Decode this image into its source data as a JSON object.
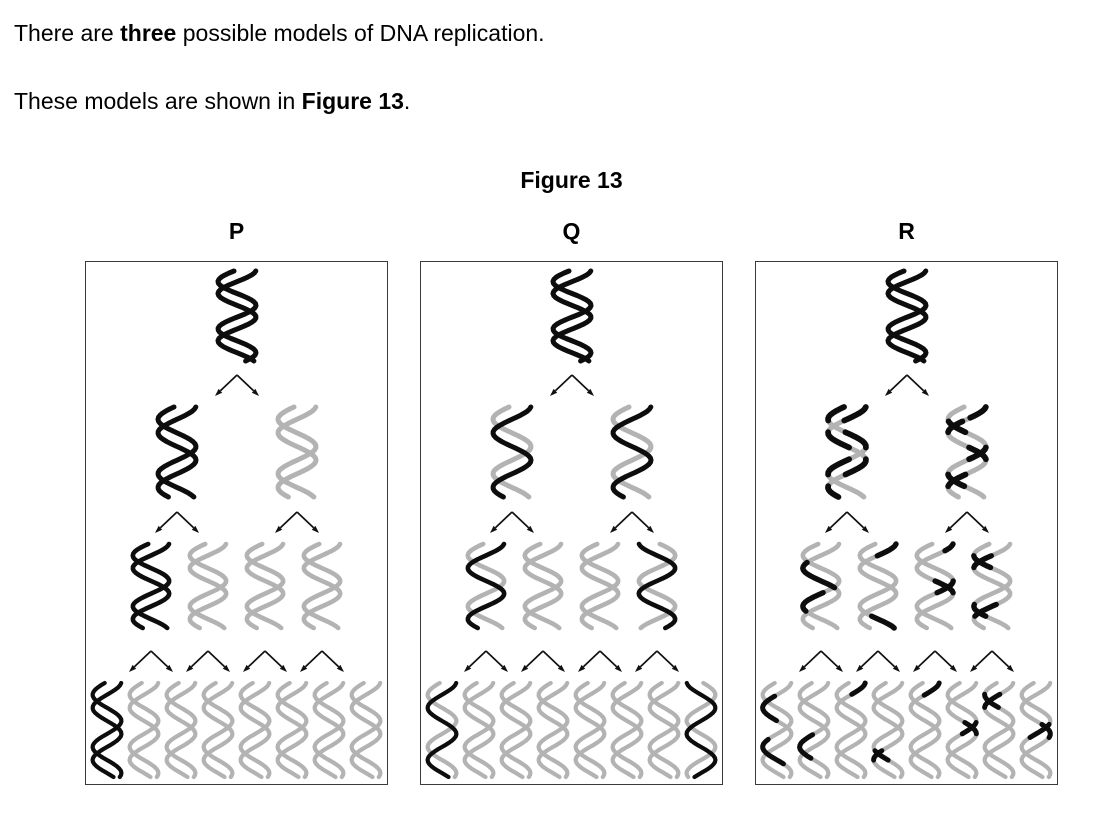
{
  "question": {
    "line1": {
      "pre": "There are ",
      "bold": "three",
      "post": " possible models of DNA replication."
    },
    "line2": {
      "pre": "These models are shown in ",
      "bold": "Figure 13",
      "post": "."
    }
  },
  "figure": {
    "title": "Figure 13",
    "panels": [
      {
        "label": "P",
        "generations": [
          [
            "k"
          ],
          [
            "k",
            "g"
          ],
          [
            "k",
            "g",
            "g",
            "g"
          ],
          [
            "k",
            "g",
            "g",
            "g",
            "g",
            "g",
            "g",
            "g"
          ]
        ]
      },
      {
        "label": "Q",
        "generations": [
          [
            "k"
          ],
          [
            "h",
            "h"
          ],
          [
            "h",
            "g",
            "g",
            "hf"
          ],
          [
            "h",
            "g",
            "g",
            "g",
            "g",
            "g",
            "g",
            "hf"
          ]
        ]
      },
      {
        "label": "R",
        "generations": [
          [
            "k"
          ],
          [
            {
              "a": [
                [
                  "k",
                  0,
                  0.15
                ],
                [
                  "g",
                  0.15,
                  0.28
                ],
                [
                  "k",
                  0.28,
                  0.45
                ],
                [
                  "g",
                  0.45,
                  0.58
                ],
                [
                  "k",
                  0.58,
                  0.75
                ],
                [
                  "g",
                  0.75,
                  0.88
                ],
                [
                  "k",
                  0.88,
                  1
                ]
              ],
              "b": [
                [
                  "k",
                  0,
                  0.15
                ],
                [
                  "g",
                  0.15,
                  0.28
                ],
                [
                  "k",
                  0.28,
                  0.45
                ],
                [
                  "g",
                  0.45,
                  0.58
                ],
                [
                  "k",
                  0.58,
                  0.75
                ],
                [
                  "g",
                  0.75,
                  1
                ]
              ]
            },
            {
              "a": [
                [
                  "k",
                  0,
                  0.12
                ],
                [
                  "g",
                  0.12,
                  0.16
                ],
                [
                  "k",
                  0.16,
                  0.28
                ],
                [
                  "g",
                  0.28,
                  0.45
                ],
                [
                  "k",
                  0.45,
                  0.58
                ],
                [
                  "g",
                  0.58,
                  0.75
                ],
                [
                  "k",
                  0.75,
                  0.88
                ],
                [
                  "g",
                  0.88,
                  1
                ]
              ],
              "b": [
                [
                  "g",
                  0,
                  0.16
                ],
                [
                  "k",
                  0.16,
                  0.28
                ],
                [
                  "g",
                  0.28,
                  0.45
                ],
                [
                  "k",
                  0.45,
                  0.58
                ],
                [
                  "g",
                  0.58,
                  0.75
                ],
                [
                  "k",
                  0.75,
                  0.88
                ],
                [
                  "g",
                  0.88,
                  1
                ]
              ]
            }
          ],
          [
            {
              "a": [
                [
                  "g",
                  0,
                  0.22
                ],
                [
                  "k",
                  0.22,
                  0.52
                ],
                [
                  "g",
                  0.52,
                  1
                ]
              ],
              "b": [
                [
                  "g",
                  0,
                  0.58
                ],
                [
                  "k",
                  0.58,
                  0.8
                ],
                [
                  "g",
                  0.8,
                  1
                ]
              ]
            },
            {
              "a": [
                [
                  "k",
                  0,
                  0.14
                ],
                [
                  "g",
                  0.14,
                  1
                ]
              ],
              "b": [
                [
                  "g",
                  0,
                  0.86
                ],
                [
                  "k",
                  0.86,
                  1
                ]
              ]
            },
            {
              "a": [
                [
                  "k",
                  0,
                  0.08
                ],
                [
                  "g",
                  0.08,
                  0.44
                ],
                [
                  "k",
                  0.44,
                  0.58
                ],
                [
                  "g",
                  0.58,
                  1
                ]
              ],
              "b": [
                [
                  "g",
                  0,
                  0.44
                ],
                [
                  "k",
                  0.44,
                  0.58
                ],
                [
                  "g",
                  0.58,
                  1
                ]
              ]
            },
            {
              "a": [
                [
                  "g",
                  0,
                  0.14
                ],
                [
                  "k",
                  0.14,
                  0.28
                ],
                [
                  "g",
                  0.28,
                  0.72
                ],
                [
                  "k",
                  0.72,
                  0.86
                ],
                [
                  "g",
                  0.86,
                  1
                ]
              ],
              "b": [
                [
                  "g",
                  0,
                  0.14
                ],
                [
                  "k",
                  0.14,
                  0.28
                ],
                [
                  "g",
                  0.28,
                  0.72
                ],
                [
                  "k",
                  0.72,
                  0.86
                ],
                [
                  "g",
                  0.86,
                  1
                ]
              ]
            }
          ],
          [
            {
              "a": [
                [
                  "g",
                  0,
                  0.14
                ],
                [
                  "k",
                  0.14,
                  0.4
                ],
                [
                  "g",
                  0.4,
                  1
                ]
              ],
              "b": [
                [
                  "g",
                  0,
                  0.6
                ],
                [
                  "k",
                  0.6,
                  0.86
                ],
                [
                  "g",
                  0.86,
                  1
                ]
              ]
            },
            {
              "a": [
                [
                  "g",
                  0,
                  1
                ]
              ],
              "b": [
                [
                  "g",
                  0,
                  0.55
                ],
                [
                  "k",
                  0.55,
                  0.8
                ],
                [
                  "g",
                  0.8,
                  1
                ]
              ]
            },
            {
              "a": [
                [
                  "k",
                  0,
                  0.12
                ],
                [
                  "g",
                  0.12,
                  1
                ]
              ],
              "b": [
                [
                  "g",
                  0,
                  1
                ]
              ]
            },
            {
              "a": [
                [
                  "g",
                  0,
                  0.72
                ],
                [
                  "k",
                  0.72,
                  0.82
                ],
                [
                  "g",
                  0.82,
                  1
                ]
              ],
              "b": [
                [
                  "g",
                  0,
                  0.72
                ],
                [
                  "k",
                  0.72,
                  0.82
                ],
                [
                  "g",
                  0.82,
                  1
                ]
              ]
            },
            {
              "a": [
                [
                  "k",
                  0,
                  0.13
                ],
                [
                  "g",
                  0.13,
                  1
                ]
              ],
              "b": [
                [
                  "g",
                  0,
                  1
                ]
              ]
            },
            {
              "a": [
                [
                  "g",
                  0,
                  0.42
                ],
                [
                  "k",
                  0.42,
                  0.54
                ],
                [
                  "g",
                  0.54,
                  1
                ]
              ],
              "b": [
                [
                  "g",
                  0,
                  0.42
                ],
                [
                  "k",
                  0.42,
                  0.54
                ],
                [
                  "g",
                  0.54,
                  1
                ]
              ]
            },
            {
              "a": [
                [
                  "g",
                  0,
                  0.12
                ],
                [
                  "k",
                  0.12,
                  0.26
                ],
                [
                  "g",
                  0.26,
                  1
                ]
              ],
              "b": [
                [
                  "g",
                  0,
                  0.12
                ],
                [
                  "k",
                  0.12,
                  0.26
                ],
                [
                  "g",
                  0.26,
                  1
                ]
              ]
            },
            {
              "a": [
                [
                  "g",
                  0,
                  0.44
                ],
                [
                  "k",
                  0.44,
                  0.58
                ],
                [
                  "g",
                  0.58,
                  1
                ]
              ],
              "b": [
                [
                  "g",
                  0,
                  0.44
                ],
                [
                  "k",
                  0.44,
                  0.58
                ],
                [
                  "g",
                  0.58,
                  1
                ]
              ]
            }
          ]
        ]
      }
    ]
  },
  "colors": {
    "strand_black": "#0d0d0d",
    "strand_grey": "#b3b3b3",
    "box_border": "#3a3a3a",
    "arrow": "#111111"
  }
}
